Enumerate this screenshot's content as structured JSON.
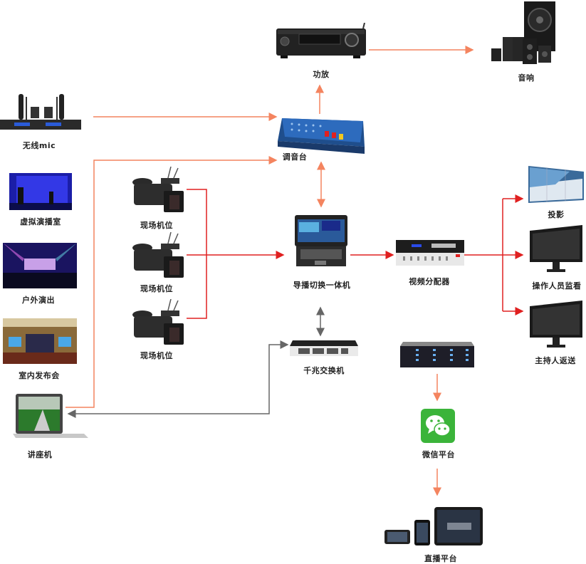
{
  "colors": {
    "audio_line": "#f4845f",
    "video_line": "#e02020",
    "network_line": "#666666",
    "wechat_green": "#3bb43a"
  },
  "nodes": {
    "amplifier": {
      "label": "功放",
      "icon": "av-receiver-icon"
    },
    "speakers": {
      "label": "音响",
      "icon": "speaker-set-icon"
    },
    "wireless_mic": {
      "label": "无线mic",
      "icon": "wireless-mic-receiver-icon"
    },
    "mixer": {
      "label": "调音台",
      "icon": "audio-mixer-icon"
    },
    "virtual_studio": {
      "label": "虚拟演播室",
      "icon": "virtual-studio-photo"
    },
    "outdoor_show": {
      "label": "户外演出",
      "icon": "outdoor-concert-photo"
    },
    "indoor_launch": {
      "label": "室内发布会",
      "icon": "indoor-event-photo"
    },
    "cameras": [
      {
        "label": "现场机位",
        "icon": "camcorder-icon"
      },
      {
        "label": "现场机位",
        "icon": "camcorder-icon"
      },
      {
        "label": "现场机位",
        "icon": "camcorder-icon"
      }
    ],
    "switcher": {
      "label": "导播切换一体机",
      "icon": "portable-switcher-icon"
    },
    "video_distributor": {
      "label": "视频分配器",
      "icon": "video-distributor-icon"
    },
    "projection": {
      "label": "投影",
      "icon": "video-wall-icon"
    },
    "operator_monitor": {
      "label": "操作人员监看",
      "icon": "monitor-icon"
    },
    "host_return": {
      "label": "主持人返送",
      "icon": "monitor-icon"
    },
    "gigabit_switch": {
      "label": "千兆交换机",
      "icon": "network-switch-icon"
    },
    "server": {
      "label": "",
      "icon": "rack-server-icon"
    },
    "wechat": {
      "label": "微信平台",
      "icon": "wechat-icon"
    },
    "live_platform": {
      "label": "直播平台",
      "icon": "mobile-devices-icon"
    },
    "lecture_pc": {
      "label": "讲座机",
      "icon": "laptop-icon"
    }
  }
}
